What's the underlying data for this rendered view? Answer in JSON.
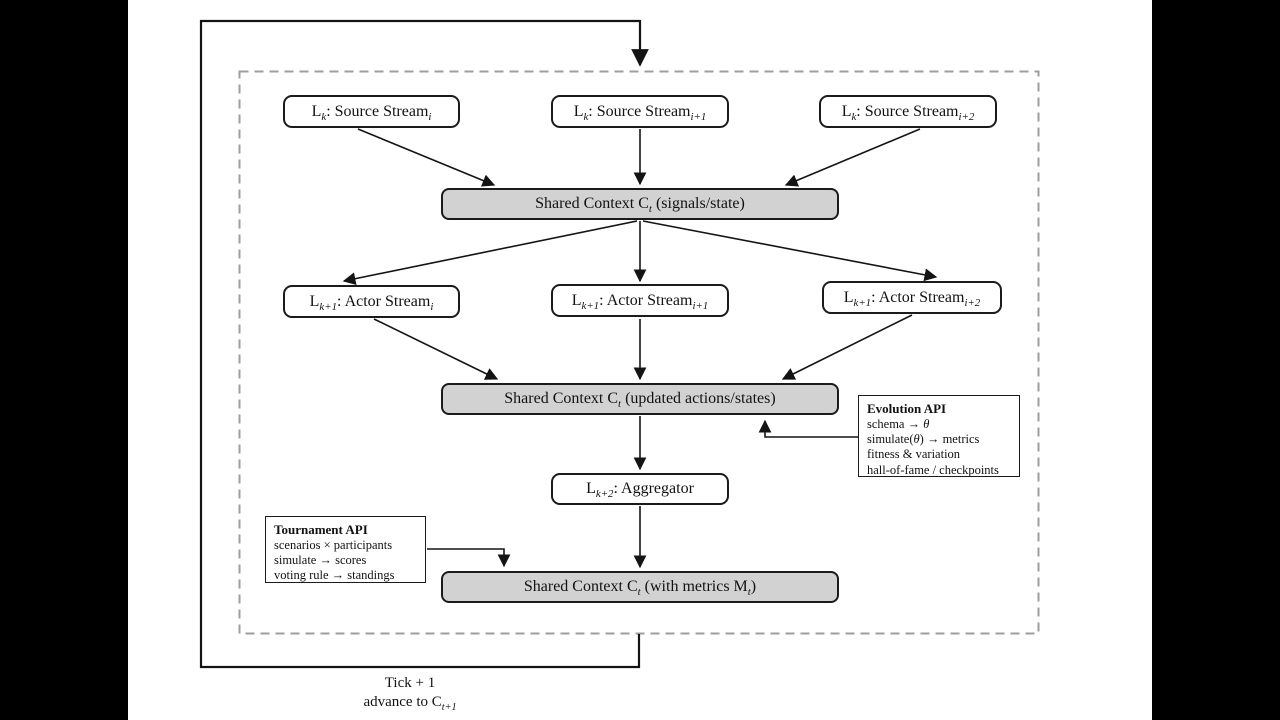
{
  "diagram": {
    "nodes": {
      "source_i": {
        "label": [
          {
            "t": "L"
          },
          {
            "s": "k"
          },
          {
            "t": ": Source Stream"
          },
          {
            "s": "i"
          }
        ]
      },
      "source_i1": {
        "label": [
          {
            "t": "L"
          },
          {
            "s": "k"
          },
          {
            "t": ": Source Stream"
          },
          {
            "s": "i+1"
          }
        ]
      },
      "source_i2": {
        "label": [
          {
            "t": "L"
          },
          {
            "s": "k"
          },
          {
            "t": ": Source Stream"
          },
          {
            "s": "i+2"
          }
        ]
      },
      "context_signals": {
        "label": [
          {
            "t": "Shared Context C"
          },
          {
            "s": "t"
          },
          {
            "t": " (signals/state)"
          }
        ]
      },
      "actor_i": {
        "label": [
          {
            "t": "L"
          },
          {
            "s": "k+1"
          },
          {
            "t": ": Actor Stream"
          },
          {
            "s": "i"
          }
        ]
      },
      "actor_i1": {
        "label": [
          {
            "t": "L"
          },
          {
            "s": "k+1"
          },
          {
            "t": ": Actor Stream"
          },
          {
            "s": "i+1"
          }
        ]
      },
      "actor_i2": {
        "label": [
          {
            "t": "L"
          },
          {
            "s": "k+1"
          },
          {
            "t": ": Actor Stream"
          },
          {
            "s": "i+2"
          }
        ]
      },
      "context_updated": {
        "label": [
          {
            "t": "Shared Context C"
          },
          {
            "s": "t"
          },
          {
            "t": " (updated actions/states)"
          }
        ]
      },
      "aggregator": {
        "label": [
          {
            "t": "L"
          },
          {
            "s": "k+2"
          },
          {
            "t": ": Aggregator"
          }
        ]
      },
      "context_metrics": {
        "label": [
          {
            "t": "Shared Context C"
          },
          {
            "s": "t"
          },
          {
            "t": " (with metrics M"
          },
          {
            "s": "t"
          },
          {
            "t": ")"
          }
        ]
      }
    },
    "evolution_api": {
      "title": "Evolution API",
      "lines": [
        [
          {
            "t": "schema → "
          },
          {
            "i": "θ"
          }
        ],
        [
          {
            "t": "simulate("
          },
          {
            "i": "θ"
          },
          {
            "t": ") → metrics"
          }
        ],
        [
          {
            "t": "fitness & variation"
          }
        ],
        [
          {
            "t": "hall-of-fame / checkpoints"
          }
        ]
      ]
    },
    "tournament_api": {
      "title": "Tournament API",
      "lines": [
        [
          {
            "t": "scenarios × participants"
          }
        ],
        [
          {
            "t": "simulate → scores"
          }
        ],
        [
          {
            "t": "voting rule → standings"
          }
        ]
      ]
    },
    "loop_label_line1": "Tick + 1",
    "loop_label_line2": [
      {
        "t": "advance to C"
      },
      {
        "s": "t+1"
      }
    ],
    "colors": {
      "context_fill": "#d2d2d2",
      "node_fill": "#ffffff",
      "stroke": "#1b1b1b",
      "dashed_border": "#9e9e9e",
      "letterbox": "#000000",
      "canvas": "#ffffff"
    }
  }
}
